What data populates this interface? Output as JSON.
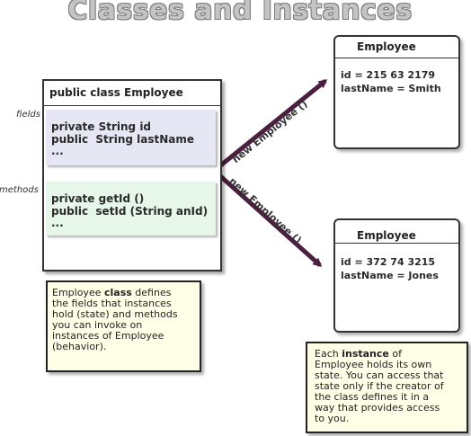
{
  "title": "Classes and Instances",
  "class_box": {
    "header": "public class Employee",
    "fields_label": "fields",
    "methods_label": "methods",
    "fields": [
      "private String id",
      "public  String lastName",
      "..."
    ],
    "methods": [
      "private getId ()",
      "public  setId (String anId)",
      "..."
    ]
  },
  "class_note": {
    "line1_a": "Employee ",
    "line1_bold": "class",
    "line1_b": " defines",
    "lines": [
      "the fields that instances",
      "hold (state) and methods",
      "you can invoke on",
      "instances of Employee",
      "(behavior)."
    ]
  },
  "arrows": {
    "top_label": "new Employee ()",
    "bottom_label": "new Employee ()"
  },
  "instance1": {
    "title": "Employee",
    "id_line": "id = 215 63 2179",
    "name_line": "lastName = Smith"
  },
  "instance2": {
    "title": "Employee",
    "id_line": "id = 372 74 3215",
    "name_line": "lastName = Jones"
  },
  "instance_note": {
    "line1_a": "Each ",
    "line1_bold": "instance",
    "line1_b": " of",
    "lines": [
      "Employee holds its own",
      "state. You can access that",
      "state only if the creator of",
      "the class defines it in a",
      "way that provides access",
      "to you."
    ]
  },
  "colors": {
    "fields_bg": "#e6e6f5",
    "methods_bg": "#e6f7ea",
    "note_bg": "#ffffe8",
    "arrow": "#4a1f3f"
  }
}
